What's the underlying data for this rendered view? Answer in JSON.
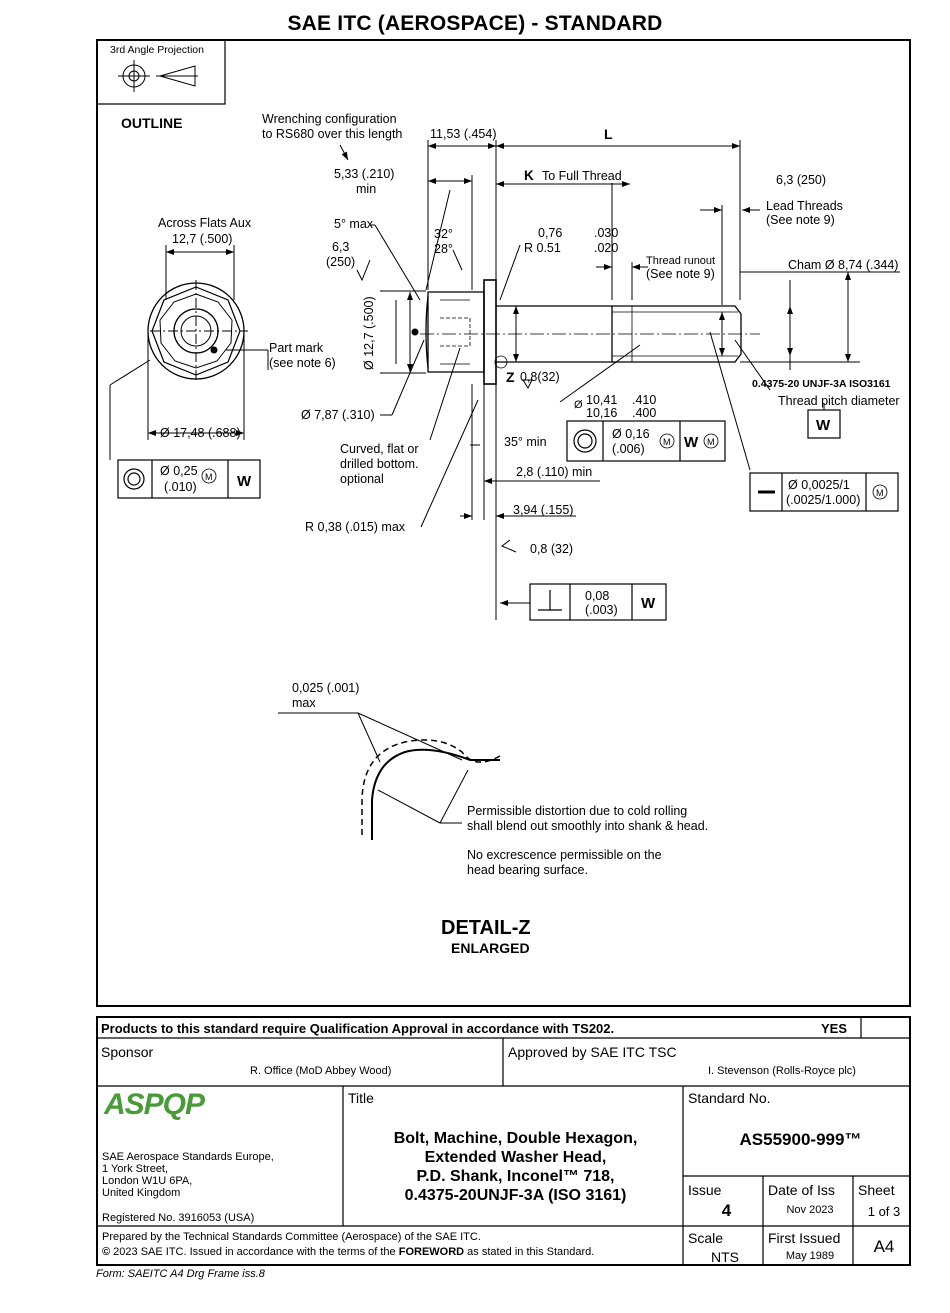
{
  "header": {
    "title": "SAE ITC (AEROSPACE) - STANDARD"
  },
  "projection": {
    "label": "3rd Angle Projection"
  },
  "drawing": {
    "outline": "OUTLINE",
    "wrench_1": "Wrenching configuration",
    "wrench_2": "to RS680 over this length",
    "dim_11_53": "11,53 (.454)",
    "dim_L": "L",
    "dim_5_33": "5,33 (.210)",
    "min": "min",
    "dim_K": "K",
    "to_full_thread": "To Full Thread",
    "dim_6_3_250": "6,3 (250)",
    "lead_threads": "Lead Threads",
    "see_note_9": "(See note 9)",
    "across_flats": "Across Flats Aux",
    "dim_12_7_500": "12,7 (.500)",
    "five_deg": "5° max",
    "deg_32": "32°",
    "deg_28": "28°",
    "dim_6_3": "6,3",
    "dim_250": "(250)",
    "dim_0_76": "0,76",
    "dim_030": ".030",
    "dim_r051": "R 0.51",
    "dim_020": ".020",
    "thread_runout": "Thread runout",
    "see_note_9b": "(See note 9)",
    "cham": "Cham Ø 8,74 (.344)",
    "dia_12_7": "Ø 12,7 (.500)",
    "part_mark": "Part mark",
    "see_note_6": "(see note 6)",
    "z_label": "Z",
    "dim_0_8_32": "0,8(32)",
    "dim_10_41": "10,41",
    "dim_10_16": "10,16",
    "dim_410": ".410",
    "dim_400": ".400",
    "thread_spec": "0.4375-20 UNJF-3A ISO3161",
    "thread_pitch": "Thread pitch diameter",
    "dia_7_87": "Ø 7,87 (.310)",
    "dia_17_48": "Ø 17,48 (.688)",
    "deg_35": "35° min",
    "fcf_016_a": "Ø 0,16",
    "fcf_016_b": "(.006)",
    "datum_w": "W",
    "curved_1": "Curved, flat or",
    "curved_2": "drilled bottom.",
    "curved_3": "optional",
    "dim_2_8": "2,8 (.110) min",
    "fcf_025_a": "Ø 0,25",
    "fcf_025_b": "(.010)",
    "fcf_0025_a": "Ø 0,0025/1",
    "fcf_0025_b": "(.0025/1.000)",
    "dim_3_94": "3,94 (.155)",
    "r_038": "R 0,38 (.015) max",
    "dim_0_8b": "0,8 (32)",
    "fcf_008_a": "0,08",
    "fcf_008_b": "(.003)",
    "m": "M",
    "detail_0025": "0,025 (.001)",
    "detail_max": "max",
    "distortion_1": "Permissible distortion due to cold rolling",
    "distortion_2": "shall blend out smoothly into shank & head.",
    "excrescence_1": "No excrescence permissible on the",
    "excrescence_2": "head bearing surface.",
    "detail_title": "DETAIL-Z",
    "detail_sub": "ENLARGED"
  },
  "titleblock": {
    "qualification": "Products to this standard require Qualification Approval in accordance with TS202.",
    "qualification_value": "YES",
    "sponsor_label": "Sponsor",
    "sponsor": "R. Office (MoD Abbey Wood)",
    "approved_label": "Approved by SAE ITC TSC",
    "approver": "I. Stevenson (Rolls-Royce plc)",
    "logo": "ASPQP",
    "address_1": "SAE Aerospace Standards Europe,",
    "address_2": "1 York Street,",
    "address_3": "London W1U 6PA,",
    "address_4": "United Kingdom",
    "registered": "Registered No. 3916053 (USA)",
    "title_label": "Title",
    "title_1": "Bolt, Machine, Double Hexagon,",
    "title_2": "Extended Washer Head,",
    "title_3": "P.D. Shank, Inconel™ 718,",
    "title_4": "0.4375-20UNJF-3A (ISO 3161)",
    "standard_label": "Standard No.",
    "standard_no": "AS55900-999™",
    "issue_label": "Issue",
    "issue": "4",
    "date_label": "Date of Iss",
    "date": "Nov 2023",
    "sheet_label": "Sheet",
    "sheet": "1 of 3",
    "prepared": "Prepared by the Technical Standards Committee (Aerospace) of the SAE ITC.",
    "copyright_pre": "2023 SAE ITC. Issued in accordance with the terms of the ",
    "copyright_bold": "FOREWORD",
    "copyright_post": " as stated in this Standard.",
    "scale_label": "Scale",
    "scale": "NTS",
    "first_label": "First Issued",
    "first": "May 1989",
    "size": "A4"
  },
  "footer": {
    "form": "Form: SAEITC A4 Drg Frame iss.8"
  }
}
